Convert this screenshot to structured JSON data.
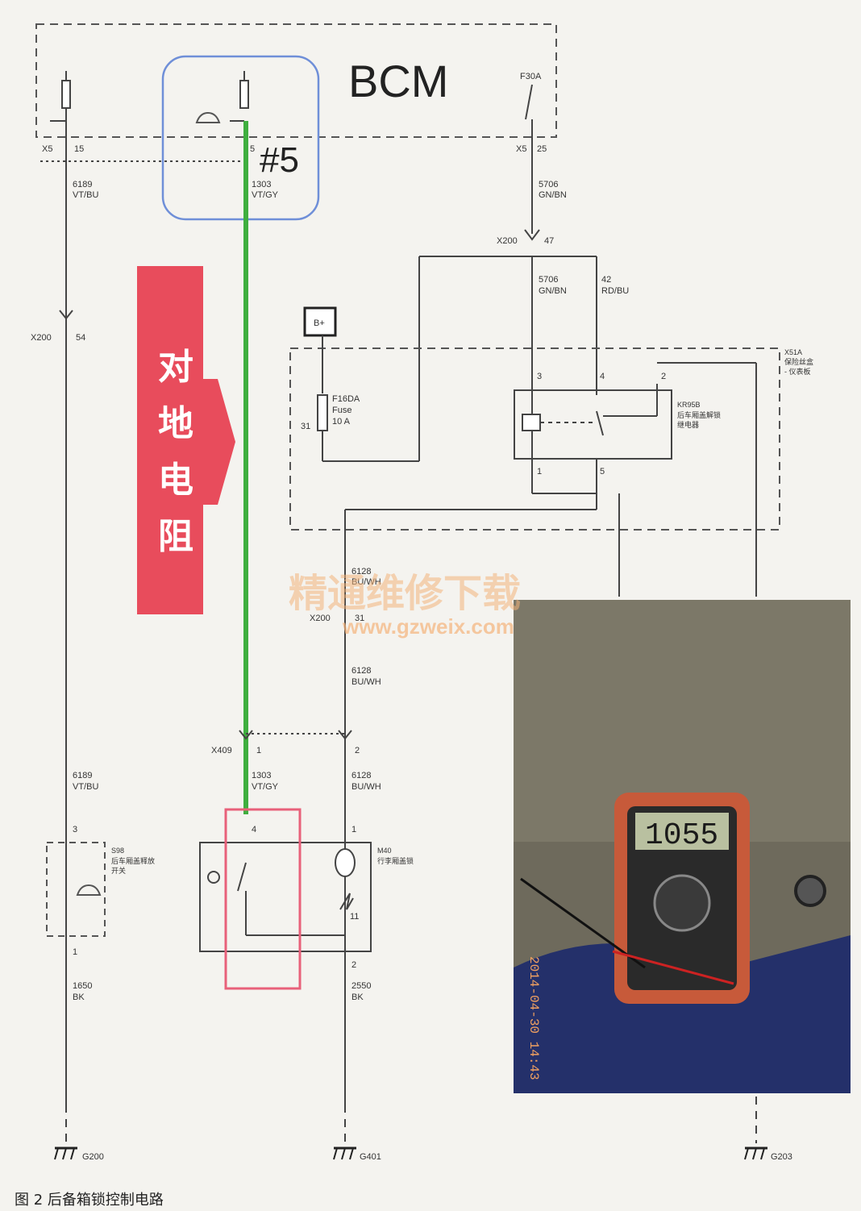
{
  "module_title": "BCM",
  "circuit_marker": "#5",
  "bcm_left_pin": {
    "connector": "X5",
    "pin": "15",
    "circuit": "6189",
    "color": "VT/BU"
  },
  "bcm_mid_pin": {
    "pin": "5",
    "circuit": "1303",
    "color": "VT/GY"
  },
  "bcm_right_pin": {
    "fuse": "F30A",
    "connector": "X5",
    "pin": "25",
    "circuit": "5706",
    "color": "GN/BN"
  },
  "x200_top": {
    "connector": "X200",
    "pin": "47",
    "circuit": "5706",
    "color": "GN/BN",
    "circuit2": "42",
    "color2": "RD/BU"
  },
  "x200_left": {
    "connector": "X200",
    "pin": "54"
  },
  "b_plus": "B+",
  "fuse_box": {
    "fuse": "F16DA",
    "type": "Fuse",
    "rating": "10 A",
    "pin": "31",
    "box_label": "X51A\n保险丝盒\n- 仪表板"
  },
  "relay": {
    "pin3": "3",
    "pin4": "4",
    "pin2": "2",
    "pin1": "1",
    "pin5": "5",
    "name": "KR95B",
    "desc": "后车厢盖解锁\n继电器"
  },
  "wire_6128_top": {
    "circuit": "6128",
    "color": "BU/WH",
    "connector": "X200",
    "pin": "31"
  },
  "wire_6128_mid": {
    "circuit": "6128",
    "color": "BU/WH"
  },
  "x409": {
    "connector": "X409",
    "pin1": "1",
    "pin2": "2"
  },
  "lower_left": {
    "circuit": "6189",
    "color": "VT/BU",
    "pin_top": "3",
    "device": "S98",
    "device_desc": "后车厢盖释放\n开关",
    "pin_bottom": "1",
    "circuit_b": "1650",
    "color_b": "BK"
  },
  "lower_mid": {
    "circuit": "1303",
    "color": "VT/GY",
    "pin4": "4",
    "pin1": "1",
    "device": "M40",
    "device_desc": "行李厢盖锁",
    "pin11": "11",
    "pin2": "2",
    "circuit_b": "2550",
    "color_b": "BK"
  },
  "grounds": [
    "G200",
    "G401",
    "G203"
  ],
  "overlay_text": "对地电阻",
  "watermark_cn": "精通维修下载",
  "watermark_url": "www.gzweix.com",
  "meter_reading": "1055",
  "photo_timestamp": "2014-04-30 14:43",
  "caption": "图 2   后备箱锁控制电路"
}
